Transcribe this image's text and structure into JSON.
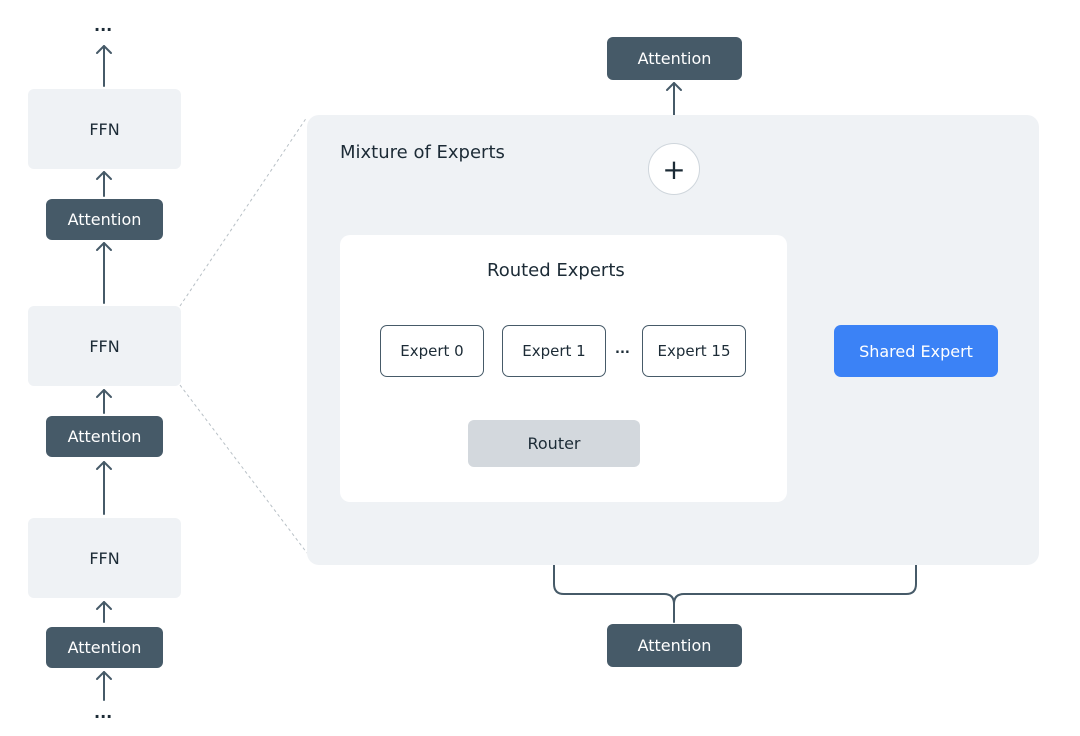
{
  "left_stack": {
    "top_ellipsis": "...",
    "bottom_ellipsis": "...",
    "blocks": [
      {
        "label": "FFN"
      },
      {
        "label": "Attention"
      },
      {
        "label": "FFN"
      },
      {
        "label": "Attention"
      },
      {
        "label": "FFN"
      },
      {
        "label": "Attention"
      }
    ]
  },
  "moe": {
    "title": "Mixture of Experts",
    "top_attention": "Attention",
    "bottom_attention": "Attention",
    "combine_symbol": "+",
    "routed": {
      "title": "Routed Experts",
      "experts": [
        "Expert 0",
        "Expert 1",
        "Expert 15"
      ],
      "ellipsis": "...",
      "router": "Router"
    },
    "shared_expert": "Shared Expert"
  },
  "colors": {
    "dark_block": "#465a68",
    "light_block": "#eff2f5",
    "shared_expert": "#3b82f6",
    "router": "#d3d8dd",
    "line": "#465a68"
  }
}
